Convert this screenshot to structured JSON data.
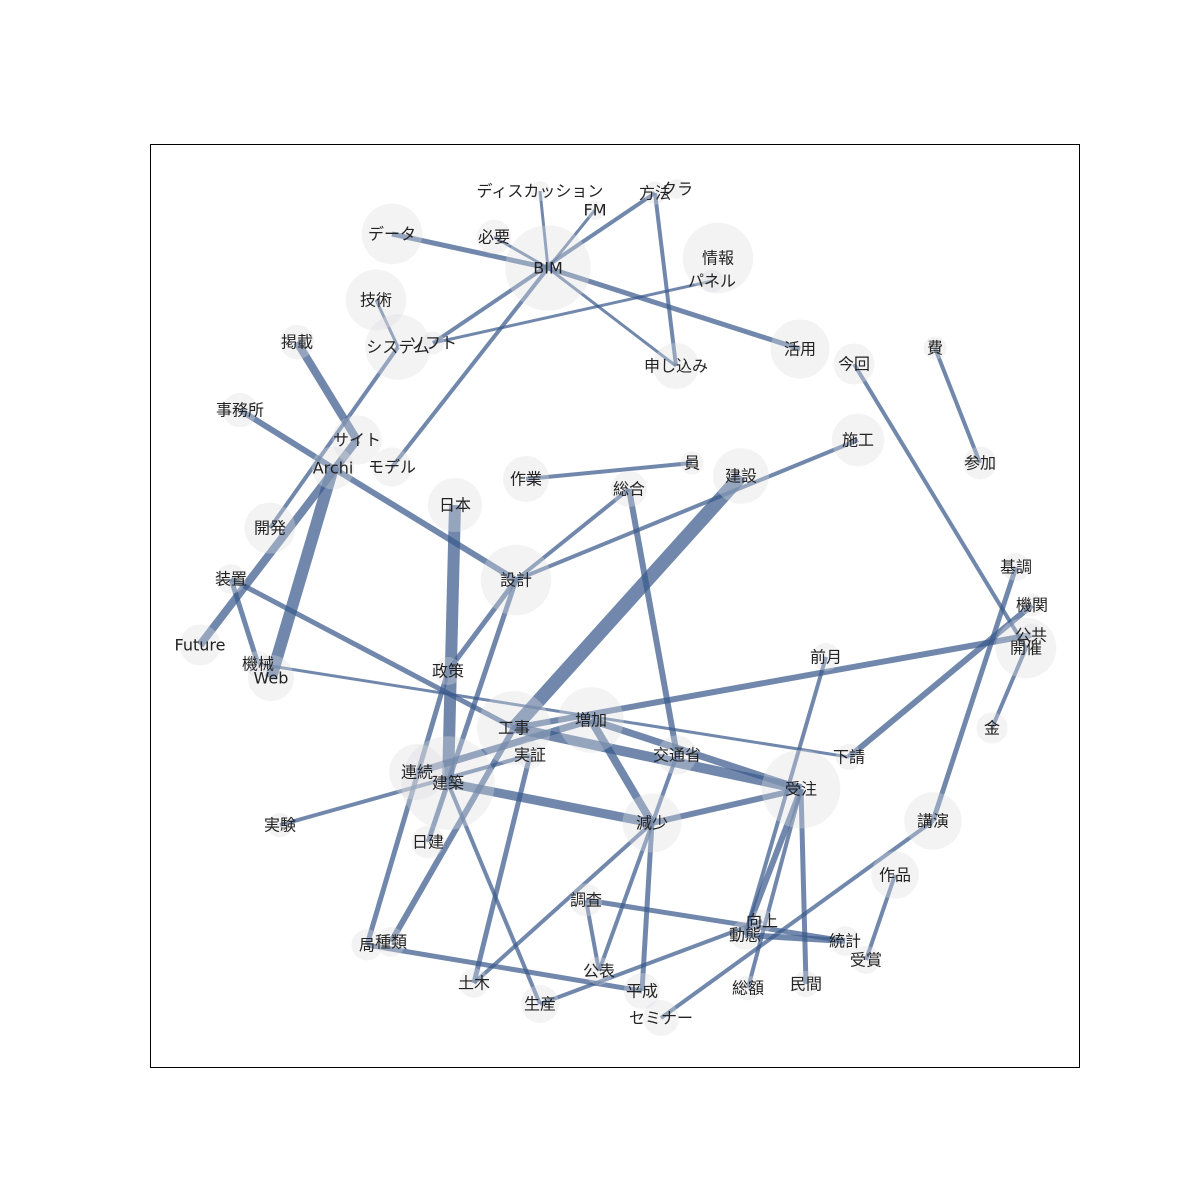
{
  "colors": {
    "edge": "#3a5a8c",
    "node_fill": "#dcdce0",
    "text": "#222222",
    "frame": "#000000"
  },
  "nodes": [
    {
      "id": "BIM",
      "label": "BIM",
      "size": 52
    },
    {
      "id": "ディスカッション",
      "label": "ディスカッション",
      "size": 12
    },
    {
      "id": "FM",
      "label": "FM",
      "size": 12
    },
    {
      "id": "方法",
      "label": "方法",
      "size": 14
    },
    {
      "id": "クラ",
      "label": "クラ",
      "size": 12
    },
    {
      "id": "データ",
      "label": "データ",
      "size": 37
    },
    {
      "id": "必要",
      "label": "必要",
      "size": 21
    },
    {
      "id": "情報",
      "label": "情報",
      "size": 43
    },
    {
      "id": "パネル",
      "label": "パネル",
      "size": 14
    },
    {
      "id": "技術",
      "label": "技術",
      "size": 37
    },
    {
      "id": "システム",
      "label": "システム",
      "size": 40
    },
    {
      "id": "ソフト",
      "label": "ソフト",
      "size": 14
    },
    {
      "id": "掲載",
      "label": "掲載",
      "size": 21
    },
    {
      "id": "申し込み",
      "label": "申し込み",
      "size": 28
    },
    {
      "id": "活用",
      "label": "活用",
      "size": 36
    },
    {
      "id": "今回",
      "label": "今回",
      "size": 25
    },
    {
      "id": "費",
      "label": "費",
      "size": 14
    },
    {
      "id": "事務所",
      "label": "事務所",
      "size": 21
    },
    {
      "id": "サイト",
      "label": "サイト",
      "size": 30
    },
    {
      "id": "Archi",
      "label": "Archi",
      "size": 26
    },
    {
      "id": "モデル",
      "label": "モデル",
      "size": 24
    },
    {
      "id": "施工",
      "label": "施工",
      "size": 32
    },
    {
      "id": "参加",
      "label": "参加",
      "size": 20
    },
    {
      "id": "作業",
      "label": "作業",
      "size": 28
    },
    {
      "id": "員",
      "label": "員",
      "size": 14
    },
    {
      "id": "建設",
      "label": "建設",
      "size": 34
    },
    {
      "id": "総合",
      "label": "総合",
      "size": 22
    },
    {
      "id": "日本",
      "label": "日本",
      "size": 33
    },
    {
      "id": "開発",
      "label": "開発",
      "size": 31
    },
    {
      "id": "設計",
      "label": "設計",
      "size": 43
    },
    {
      "id": "基調",
      "label": "基調",
      "size": 17
    },
    {
      "id": "装置",
      "label": "装置",
      "size": 18
    },
    {
      "id": "機関",
      "label": "機関",
      "size": 14
    },
    {
      "id": "公共",
      "label": "公共",
      "size": 14
    },
    {
      "id": "開催",
      "label": "開催",
      "size": 37
    },
    {
      "id": "Future",
      "label": "Future",
      "size": 25
    },
    {
      "id": "機械",
      "label": "機械",
      "size": 16
    },
    {
      "id": "Web",
      "label": "Web",
      "size": 28
    },
    {
      "id": "前月",
      "label": "前月",
      "size": 17
    },
    {
      "id": "政策",
      "label": "政策",
      "size": 17
    },
    {
      "id": "金",
      "label": "金",
      "size": 19
    },
    {
      "id": "増加",
      "label": "増加",
      "size": 40
    },
    {
      "id": "工事",
      "label": "工事",
      "size": 45
    },
    {
      "id": "下請",
      "label": "下請",
      "size": 16
    },
    {
      "id": "交通省",
      "label": "交通省",
      "size": 24
    },
    {
      "id": "実証",
      "label": "実証",
      "size": 17
    },
    {
      "id": "連続",
      "label": "連続",
      "size": 34
    },
    {
      "id": "建築",
      "label": "建築",
      "size": 57
    },
    {
      "id": "受注",
      "label": "受注",
      "size": 48
    },
    {
      "id": "講演",
      "label": "講演",
      "size": 35
    },
    {
      "id": "実験",
      "label": "実験",
      "size": 15
    },
    {
      "id": "減少",
      "label": "減少",
      "size": 36
    },
    {
      "id": "日建",
      "label": "日建",
      "size": 20
    },
    {
      "id": "作品",
      "label": "作品",
      "size": 29
    },
    {
      "id": "調査",
      "label": "調査",
      "size": 20
    },
    {
      "id": "向上",
      "label": "向上",
      "size": 14
    },
    {
      "id": "動態",
      "label": "動態",
      "size": 18
    },
    {
      "id": "統計",
      "label": "統計",
      "size": 18
    },
    {
      "id": "局",
      "label": "局",
      "size": 19
    },
    {
      "id": "種類",
      "label": "種類",
      "size": 18
    },
    {
      "id": "受賞",
      "label": "受賞",
      "size": 17
    },
    {
      "id": "土木",
      "label": "土木",
      "size": 18
    },
    {
      "id": "公表",
      "label": "公表",
      "size": 17
    },
    {
      "id": "平成",
      "label": "平成",
      "size": 22
    },
    {
      "id": "総額",
      "label": "総額",
      "size": 15
    },
    {
      "id": "民間",
      "label": "民間",
      "size": 16
    },
    {
      "id": "生産",
      "label": "生産",
      "size": 23
    },
    {
      "id": "セミナー",
      "label": "セミナー",
      "size": 22
    }
  ],
  "edges": [
    {
      "source": "データ",
      "target": "BIM",
      "weight": 5
    },
    {
      "source": "BIM",
      "target": "活用",
      "weight": 5
    },
    {
      "source": "BIM",
      "target": "申し込み",
      "weight": 3
    },
    {
      "source": "BIM",
      "target": "モデル",
      "weight": 4
    },
    {
      "source": "BIM",
      "target": "必要",
      "weight": 3
    },
    {
      "source": "ディスカッション",
      "target": "BIM",
      "weight": 3
    },
    {
      "source": "FM",
      "target": "BIM",
      "weight": 3
    },
    {
      "source": "方法",
      "target": "ソフト",
      "weight": 4
    },
    {
      "source": "パネル",
      "target": "ソフト",
      "weight": 3
    },
    {
      "source": "方法",
      "target": "申し込み",
      "weight": 4
    },
    {
      "source": "技術",
      "target": "システム",
      "weight": 3
    },
    {
      "source": "掲載",
      "target": "サイト",
      "weight": 8
    },
    {
      "source": "事務所",
      "target": "Archi",
      "weight": 6
    },
    {
      "source": "Archi",
      "target": "設計",
      "weight": 6
    },
    {
      "source": "サイト",
      "target": "Future",
      "weight": 8
    },
    {
      "source": "Archi",
      "target": "Web",
      "weight": 12
    },
    {
      "source": "システム",
      "target": "開発",
      "weight": 4
    },
    {
      "source": "今回",
      "target": "開催",
      "weight": 4
    },
    {
      "source": "費",
      "target": "参加",
      "weight": 4
    },
    {
      "source": "作業",
      "target": "員",
      "weight": 4
    },
    {
      "source": "建設",
      "target": "工事",
      "weight": 14
    },
    {
      "source": "施工",
      "target": "設計",
      "weight": 4
    },
    {
      "source": "総合",
      "target": "設計",
      "weight": 4
    },
    {
      "source": "総合",
      "target": "交通省",
      "weight": 6
    },
    {
      "source": "日本",
      "target": "建築",
      "weight": 12
    },
    {
      "source": "設計",
      "target": "政策",
      "weight": 5
    },
    {
      "source": "設計",
      "target": "日建",
      "weight": 5
    },
    {
      "source": "装置",
      "target": "機械",
      "weight": 5
    },
    {
      "source": "装置",
      "target": "工事",
      "weight": 5
    },
    {
      "source": "機械",
      "target": "下請",
      "weight": 3
    },
    {
      "source": "基調",
      "target": "講演",
      "weight": 5
    },
    {
      "source": "機関",
      "target": "下請",
      "weight": 6
    },
    {
      "source": "公共",
      "target": "工事",
      "weight": 6
    },
    {
      "source": "開催",
      "target": "金",
      "weight": 4
    },
    {
      "source": "前月",
      "target": "動態",
      "weight": 4
    },
    {
      "source": "政策",
      "target": "局",
      "weight": 5
    },
    {
      "source": "増加",
      "target": "減少",
      "weight": 8
    },
    {
      "source": "増加",
      "target": "受注",
      "weight": 7
    },
    {
      "source": "工事",
      "target": "受注",
      "weight": 10
    },
    {
      "source": "工事",
      "target": "種類",
      "weight": 6
    },
    {
      "source": "建築",
      "target": "減少",
      "weight": 9
    },
    {
      "source": "連続",
      "target": "増加",
      "weight": 7
    },
    {
      "source": "実験",
      "target": "実証",
      "weight": 4
    },
    {
      "source": "実証",
      "target": "土木",
      "weight": 5
    },
    {
      "source": "建築",
      "target": "生産",
      "weight": 4
    },
    {
      "source": "減少",
      "target": "受注",
      "weight": 6
    },
    {
      "source": "減少",
      "target": "平成",
      "weight": 5
    },
    {
      "source": "交通省",
      "target": "公表",
      "weight": 4
    },
    {
      "source": "受注",
      "target": "動態",
      "weight": 6
    },
    {
      "source": "受注",
      "target": "総額",
      "weight": 4
    },
    {
      "source": "受注",
      "target": "民間",
      "weight": 5
    },
    {
      "source": "調査",
      "target": "公表",
      "weight": 4
    },
    {
      "source": "調査",
      "target": "統計",
      "weight": 5
    },
    {
      "source": "動態",
      "target": "統計",
      "weight": 6
    },
    {
      "source": "局",
      "target": "平成",
      "weight": 5
    },
    {
      "source": "土木",
      "target": "減少",
      "weight": 4
    },
    {
      "source": "生産",
      "target": "向上",
      "weight": 4
    },
    {
      "source": "作品",
      "target": "受賞",
      "weight": 4
    },
    {
      "source": "セミナー",
      "target": "講演",
      "weight": 4
    }
  ]
}
